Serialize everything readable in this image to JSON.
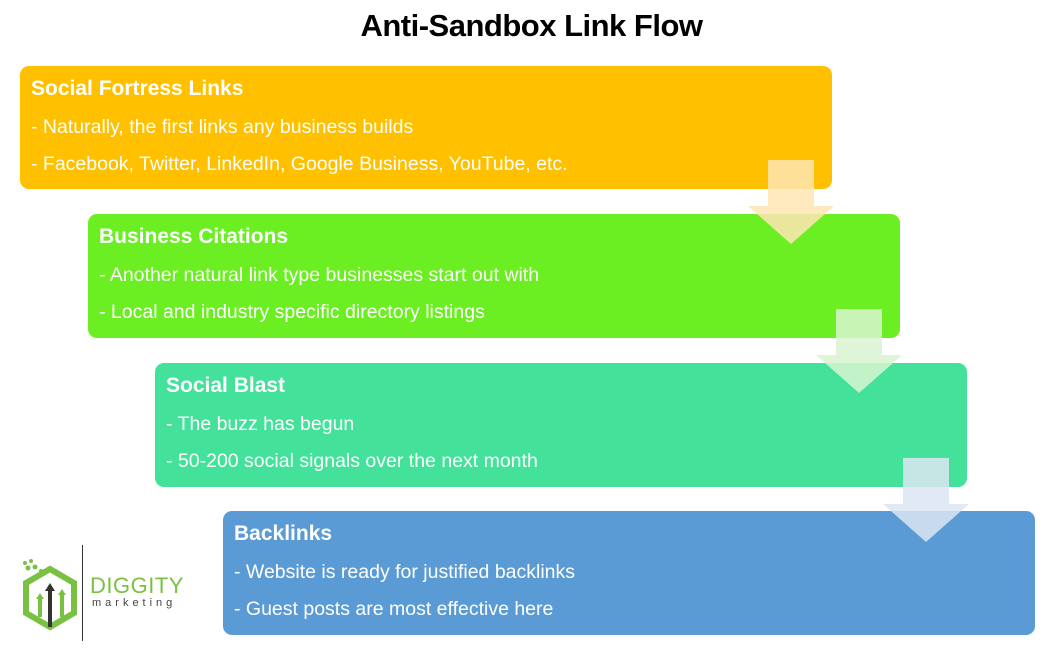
{
  "title": "Anti-Sandbox Link Flow",
  "colors": {
    "stage1": "#FFC000",
    "stage2": "#6BEE22",
    "stage3": "#43E19A",
    "stage4": "#5B9BD5",
    "text": "#FFFFFF",
    "logo_green": "#7AC143",
    "logo_dark": "#333333"
  },
  "stages": [
    {
      "heading": "Social Fortress Links",
      "lines": [
        "- Naturally, the first links any business builds",
        "- Facebook, Twitter, LinkedIn, Google Business, YouTube, etc."
      ]
    },
    {
      "heading": "Business Citations",
      "lines": [
        "- Another natural link type businesses start out with",
        "- Local and industry specific directory listings"
      ]
    },
    {
      "heading": "Social Blast",
      "lines": [
        "- The buzz has begun",
        "- 50-200 social signals over the next month"
      ]
    },
    {
      "heading": "Backlinks",
      "lines": [
        "- Website is ready for justified backlinks",
        "- Guest posts are most effective here"
      ]
    }
  ],
  "logo": {
    "name": "DIGGITY",
    "tagline": "marketing"
  }
}
